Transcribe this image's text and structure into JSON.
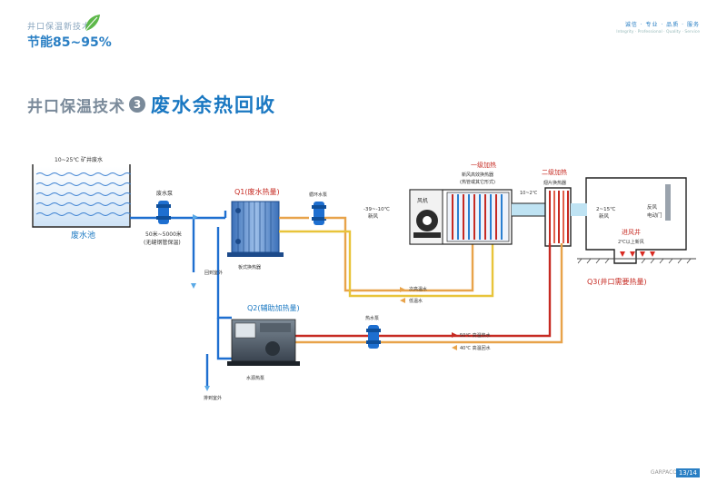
{
  "header": {
    "small_title": "井口保温新技术",
    "big_title": "节能85~95%",
    "tagline": "诚信 · 专业 · 品质 · 服务",
    "tagline_sub": "Integrity · Professional · Quality · Service"
  },
  "title": {
    "prefix": "井口保温技术",
    "number": "3",
    "main": "废水余热回收"
  },
  "diagram": {
    "pool": {
      "top_label": "10~25℃ 矿井废水",
      "name": "废水池"
    },
    "pump_waste": "废水泵",
    "pipe_note_1": "50米~5000米",
    "pipe_note_2": "(无缝钢管保温)",
    "q1": "Q1(废水热量)",
    "plate_hx": "板式换热器",
    "circ_pump": "循环水泵",
    "return_outside": "回到室外",
    "fan": "风机",
    "fresh_air_temp": "-39~-10℃",
    "fresh_air": "新风",
    "stage1_title": "一级加热",
    "stage1_sub1": "新风高效换热器",
    "stage1_sub2": "(热管或其它形式)",
    "temp_mid": "10~2℃",
    "stage2_title": "二级加热",
    "stage2_sub": "翅片换热器",
    "shaft_temp": "2~15℃",
    "shaft_air": "新风",
    "door": "反风",
    "door2": "电动门",
    "shaft_name": "进风井",
    "shaft_note": "2℃以上新风",
    "q3": "Q3(井口需要热量)",
    "low_temp_water": "次高温水",
    "cool_water": "低温水",
    "q2": "Q2(辅助加热量)",
    "hot_pump": "热水泵",
    "hot_supply": "50℃ 高温热水",
    "hot_return": "40℃ 高温回水",
    "heat_pump": "水源热泵",
    "discharge": "排到室外"
  },
  "footer": {
    "brand": "GARPACO",
    "page": "13/14"
  },
  "colors": {
    "brand_blue": "#1a78c2",
    "hot_red": "#c62a22",
    "warm_orange": "#e8a34a",
    "pipe_blue": "#1e6fd0",
    "yellow_pipe": "#e8c43a"
  }
}
